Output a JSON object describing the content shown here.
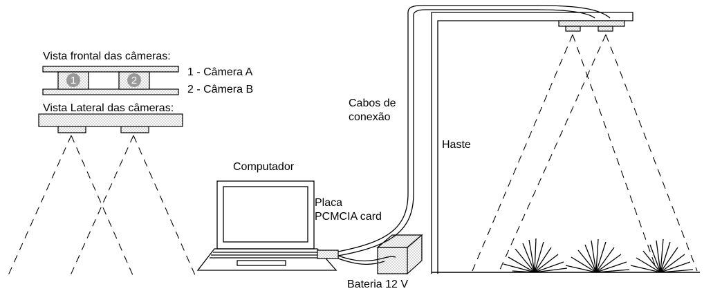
{
  "labels": {
    "front_view": "Vista frontal das câmeras:",
    "camera_a": "1 - Câmera A",
    "camera_b": "2 - Câmera B",
    "side_view": "Vista Lateral das câmeras:",
    "computer": "Computador",
    "card_line1": "Placa",
    "card_line2": "PCMCIA card",
    "cables_line1": "Cabos de",
    "cables_line2": "conexão",
    "pole": "Haste",
    "battery": "Bateria 12 V"
  },
  "camera_numbers": [
    "1",
    "2"
  ]
}
